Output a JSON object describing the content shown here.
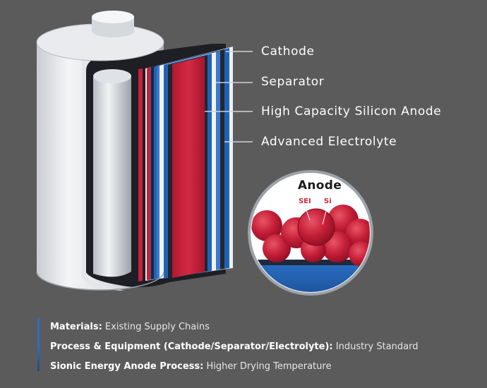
{
  "callouts": [
    {
      "label": "Cathode"
    },
    {
      "label": "Separator"
    },
    {
      "label": "High Capacity Silicon Anode"
    },
    {
      "label": "Advanced Electrolyte"
    }
  ],
  "zoom": {
    "title": "Anode",
    "tag_sei": "SEI",
    "tag_si": "Si"
  },
  "notes": [
    {
      "key": "Materials:",
      "value": "Existing Supply Chains"
    },
    {
      "key": "Process & Equipment (Cathode/Separator/Electrolyte):",
      "value": "Industry Standard"
    },
    {
      "key": "Sionic Energy Anode Process:",
      "value": "Higher Drying Temperature"
    }
  ],
  "colors": {
    "background": "#5b5b5b",
    "anode_red": "#c8203a",
    "electrolyte_blue": "#1e62b8",
    "accent_blue": "#2a6fc4"
  }
}
